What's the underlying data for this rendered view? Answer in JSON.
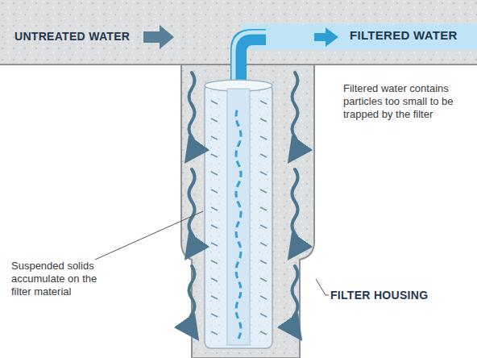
{
  "diagram": {
    "labels": [
      "UNTREATED WATER",
      "FILTERED WATER",
      "Filtered water contains particles too small to be trapped by the filter",
      "Suspended solids accumulate on the filter material",
      "FILTER HOUSING"
    ]
  }
}
